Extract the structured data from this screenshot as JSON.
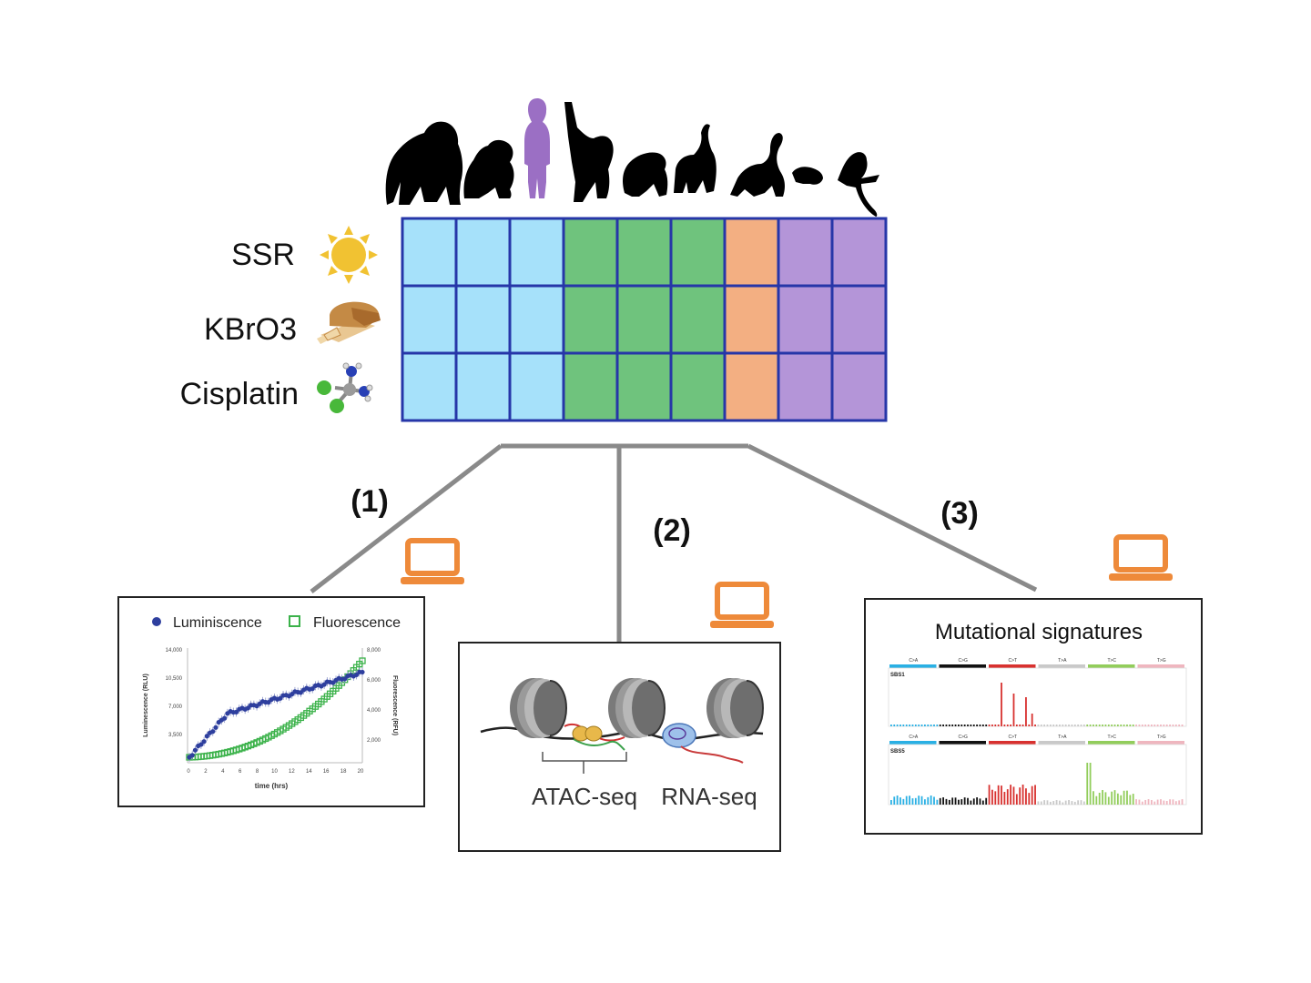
{
  "treatments": [
    {
      "label": "SSR",
      "icon": "sun-icon"
    },
    {
      "label": "KBrO3",
      "icon": "bread-icon"
    },
    {
      "label": "Cisplatin",
      "icon": "molecule-icon"
    }
  ],
  "species_icons": [
    "gorilla-icon",
    "chimpanzee-icon",
    "human-icon",
    "orangutan-icon",
    "macaque-icon",
    "baboon-icon",
    "lemur-icon",
    "tarsier-icon",
    "marmoset-icon"
  ],
  "grid": {
    "columns": 9,
    "rows": 3,
    "column_colors": [
      "#a6e1fa",
      "#a6e1fa",
      "#a6e1fa",
      "#6fc37d",
      "#6fc37d",
      "#6fc37d",
      "#f3af82",
      "#b495d8",
      "#b495d8"
    ],
    "border_color": "#2636a8"
  },
  "highlight_color": "#9b6fc4",
  "steps": [
    "(1)",
    "(2)",
    "(3)"
  ],
  "laptop_color": "#ee8a3a",
  "panel1": {
    "legend": [
      "Luminiscence",
      "Fluorescence"
    ],
    "series_colors": [
      "#2e3f9e",
      "#3bb24a"
    ],
    "y_left_label": "Luminescence (RLU)",
    "y_right_label": "Fluorescence (RFU)",
    "x_label": "time (hrs)",
    "y_left_ticks": [
      "14,000",
      "10,500",
      "7,000",
      "3,500"
    ],
    "y_right_ticks": [
      "8,000",
      "6,000",
      "4,000",
      "2,000"
    ],
    "x_ticks": [
      "0",
      "2",
      "4",
      "6",
      "8",
      "10",
      "12",
      "14",
      "16",
      "18",
      "20"
    ]
  },
  "panel2": {
    "labels": [
      "ATAC-seq",
      "RNA-seq"
    ]
  },
  "panel3": {
    "title": "Mutational signatures",
    "categories": [
      "C>A",
      "C>G",
      "C>T",
      "T>A",
      "T>C",
      "T>G"
    ],
    "category_colors": [
      "#2ab0e4",
      "#111111",
      "#d8312f",
      "#c9c9c9",
      "#92cd5b",
      "#efb6bf"
    ],
    "signatures": [
      "SBS1",
      "SBS5"
    ]
  }
}
